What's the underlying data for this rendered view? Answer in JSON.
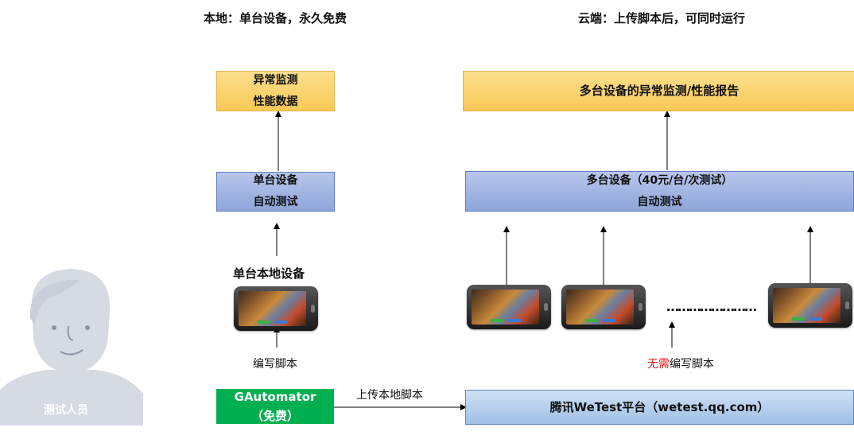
{
  "headers": {
    "local": "本地：单台设备，永久免费",
    "cloud": "云端：上传脚本后，可同时运行"
  },
  "local": {
    "report_line1": "异常监测",
    "report_line2": "性能数据",
    "device_line1": "单台设备",
    "device_line2": "自动测试",
    "phone_label": "单台本地设备",
    "write_label": "编写脚本",
    "gautomator_line1": "GAutomator",
    "gautomator_line2": "（免费）"
  },
  "upload_label": "上传本地脚本",
  "cloud": {
    "report": "多台设备的异常监测/性能报告",
    "device_line1": "多台设备（40元/台/次测试）",
    "device_line2": "自动测试",
    "dots": "……………………",
    "no_need": "无需",
    "write_label": "编写脚本",
    "platform": "腾讯WeTest平台（wetest.qq.com）"
  },
  "person_label": "测试人员",
  "colors": {
    "orange_box": "#f9c955",
    "blue_box": "#8ea5db",
    "green_box": "#00b050",
    "red_text": "#e02020"
  }
}
